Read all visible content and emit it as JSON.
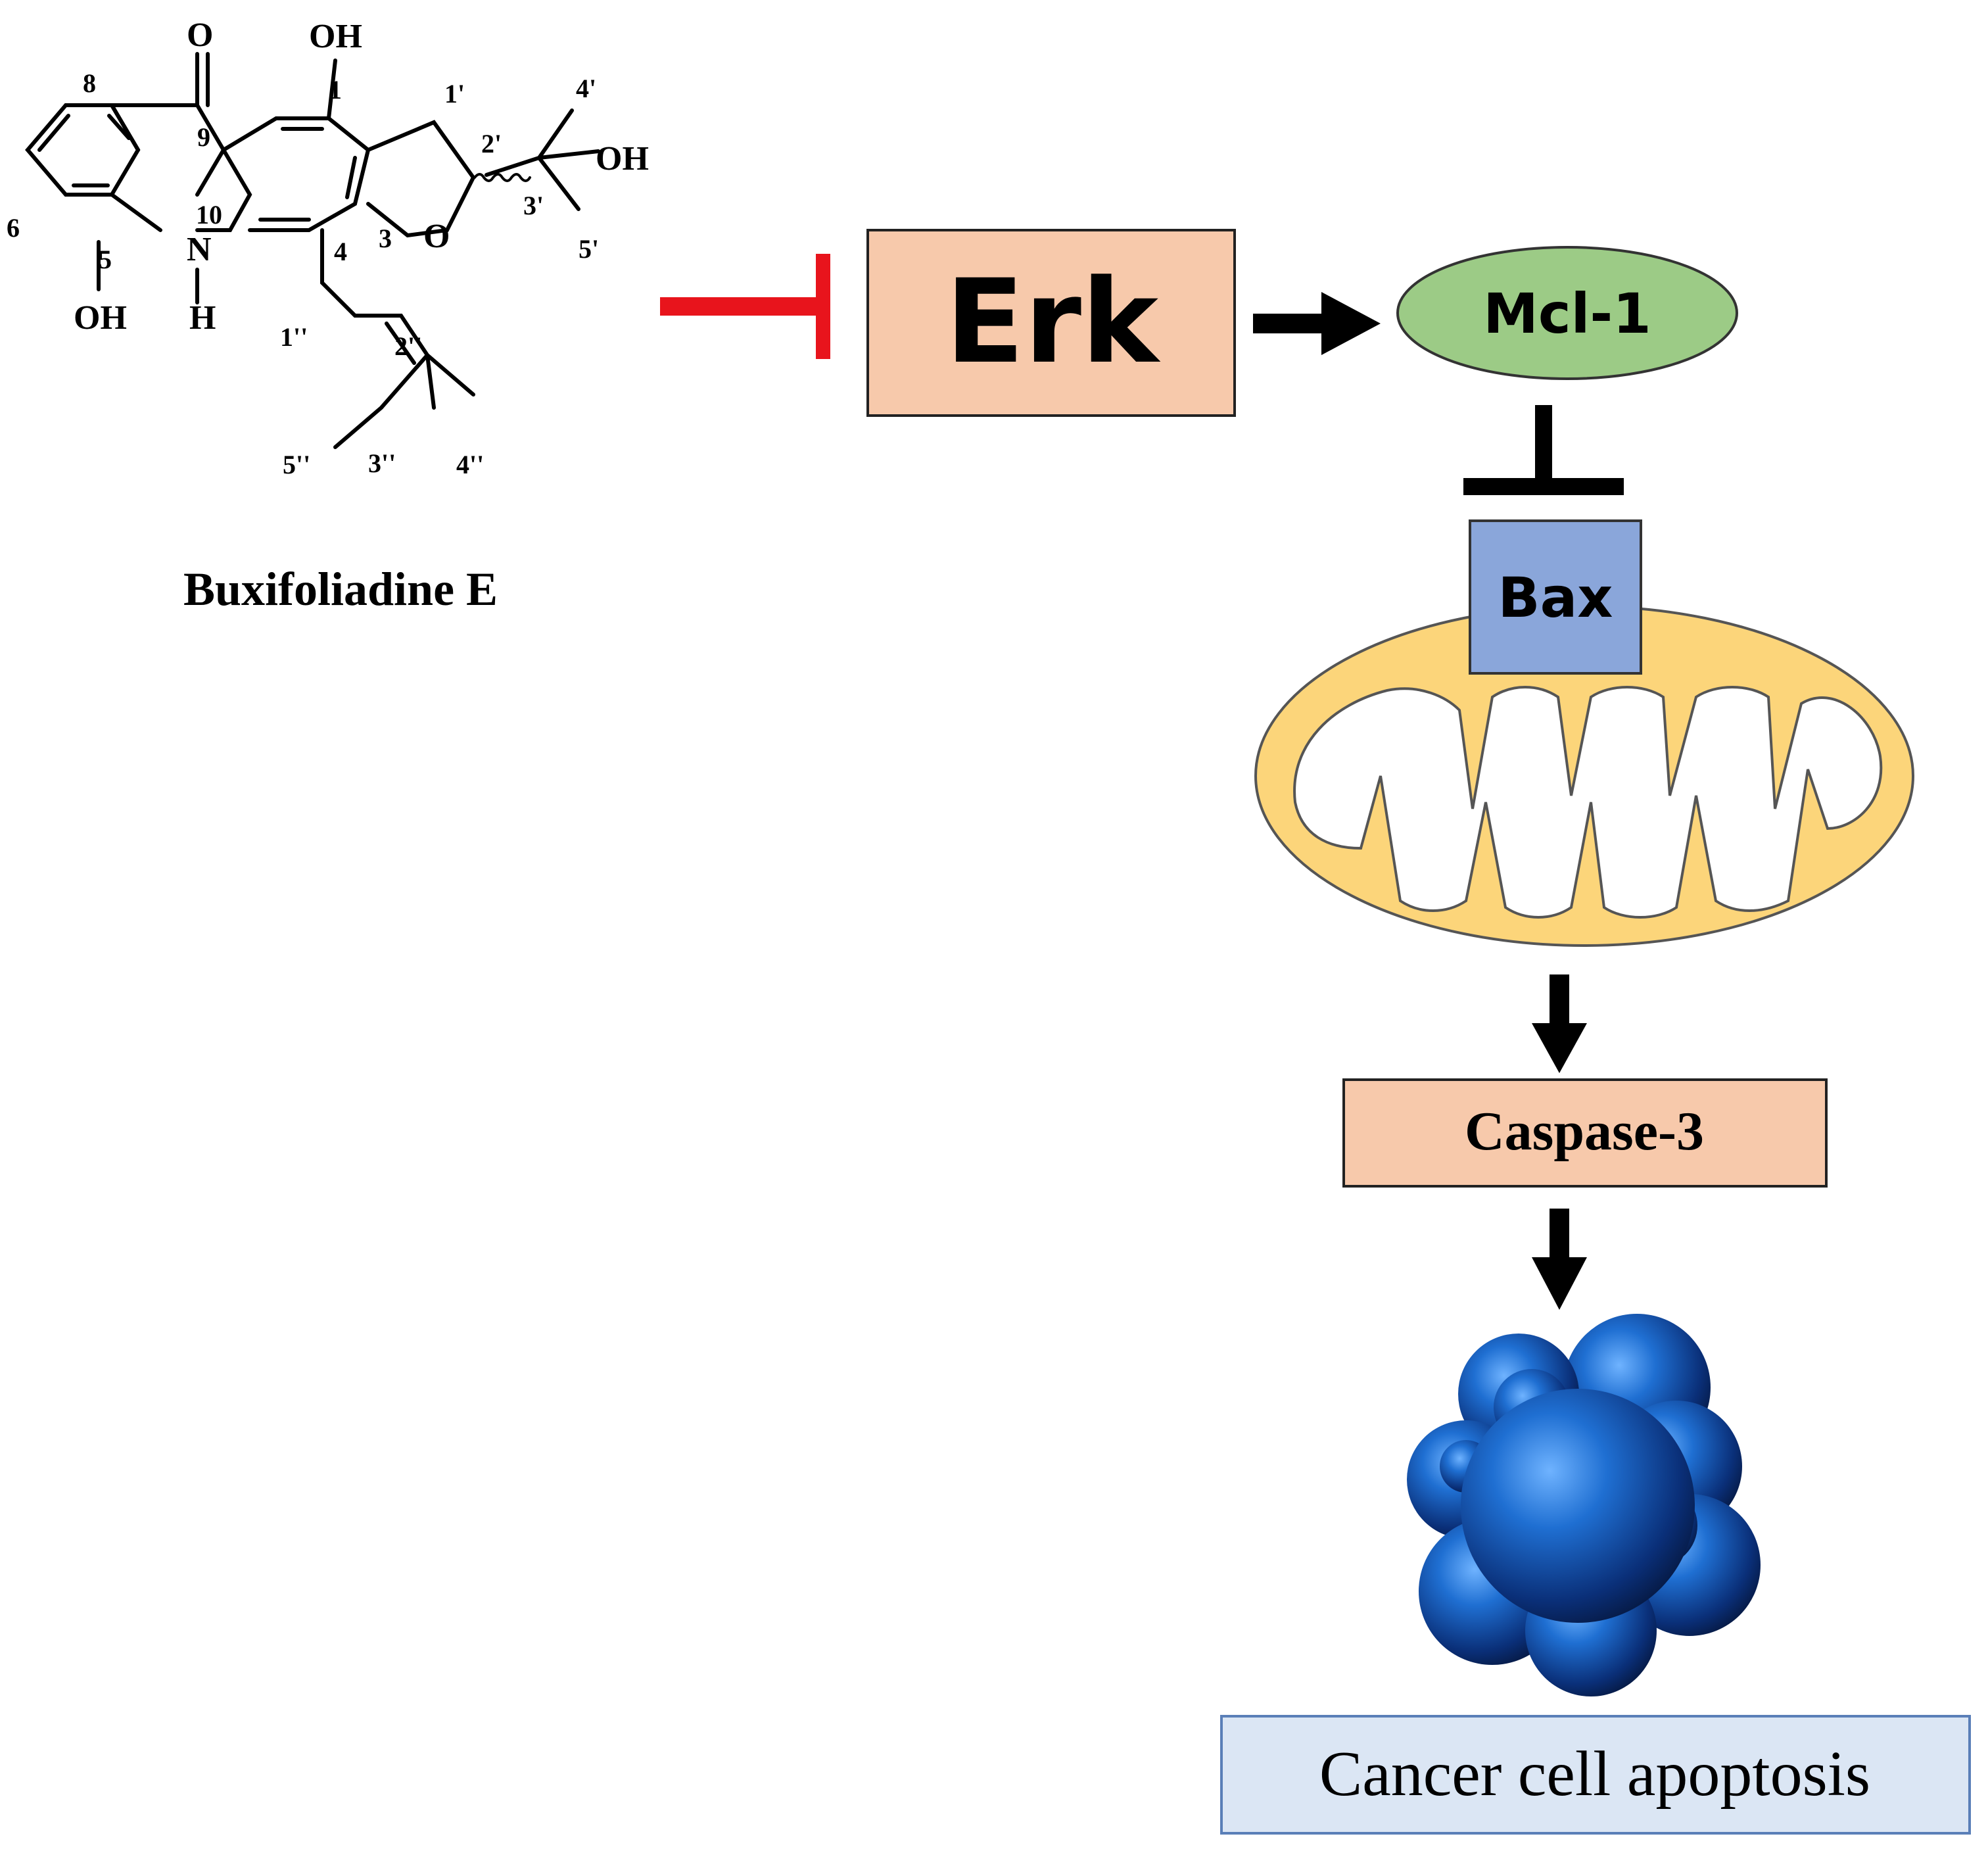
{
  "molecule": {
    "name": "Buxifoliadine E",
    "atoms": {
      "O_carbonyl": "O",
      "OH_1": "OH",
      "OH_3prime": "OH",
      "OH_5": "OH",
      "N": "N",
      "H": "H",
      "O_ring": "O"
    },
    "numbering": {
      "n1": "1",
      "n3": "3",
      "n4": "4",
      "n5": "5",
      "n6": "6",
      "n8": "8",
      "n9": "9",
      "n10": "10",
      "n1p": "1'",
      "n2p": "2'",
      "n3p": "3'",
      "n4p": "4'",
      "n5p": "5'",
      "n1pp": "1''",
      "n2pp": "2''",
      "n3pp": "3''",
      "n4pp": "4''",
      "n5pp": "5''"
    }
  },
  "pathway": {
    "erk": "Erk",
    "mcl1": "Mcl-1",
    "bax": "Bax",
    "caspase": "Caspase-3",
    "outcome": "Cancer cell apoptosis"
  },
  "colors": {
    "inhibit_red": "#e8141c",
    "box_peach": "#f7c9ab",
    "ellipse_green": "#9ccb86",
    "bax_blue": "#8aa6da",
    "mito_yellow": "#fcd57a",
    "outcome_bg": "#dbe6f4",
    "cell_blue": "#1f6fd2"
  }
}
